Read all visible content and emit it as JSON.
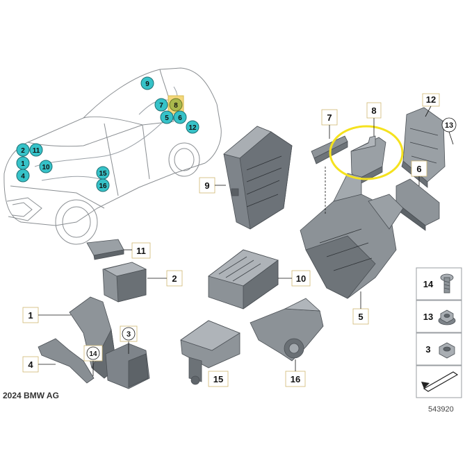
{
  "diagram": {
    "copyright": "2024 BMW AG",
    "diagram_number": "543920",
    "accent_colors": {
      "vehicle_marker": "#36c2c8",
      "highlight_marker": "#f3d77a",
      "selection_ring": "#f5e21e",
      "part_fill": "#9ea4aa",
      "part_dark": "#5f656b"
    },
    "vehicle_markers": [
      "9",
      "7",
      "8",
      "5",
      "6",
      "12",
      "2",
      "11",
      "1",
      "10",
      "4",
      "15",
      "16"
    ],
    "highlighted_marker": "8",
    "callouts": [
      "1",
      "2",
      "3",
      "4",
      "5",
      "6",
      "7",
      "8",
      "9",
      "10",
      "11",
      "12",
      "13",
      "14",
      "15",
      "16"
    ],
    "circled_callouts": [
      "3",
      "13",
      "14"
    ],
    "legend": [
      {
        "number": "14",
        "icon": "bolt-icon"
      },
      {
        "number": "13",
        "icon": "hex-nut-flange-icon"
      },
      {
        "number": "3",
        "icon": "hex-nut-icon"
      }
    ],
    "legend_footer_icon": "wedge-arrow-icon"
  }
}
